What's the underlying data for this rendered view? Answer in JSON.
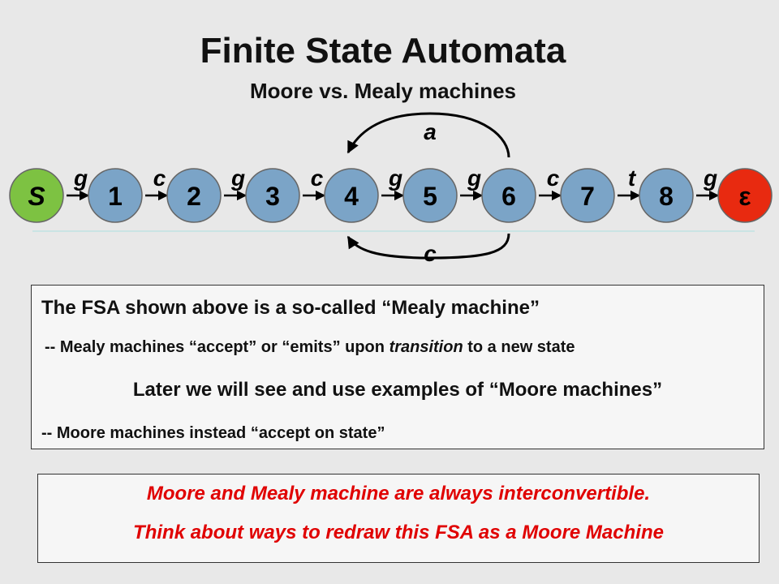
{
  "title": "Finite State Automata",
  "subtitle": "Moore vs. Mealy machines",
  "states": [
    {
      "id": "S",
      "label": "S",
      "kind": "start",
      "fill": "#7dc242"
    },
    {
      "id": "1",
      "label": "1",
      "kind": "normal",
      "fill": "#7ba4c7"
    },
    {
      "id": "2",
      "label": "2",
      "kind": "normal",
      "fill": "#7ba4c7"
    },
    {
      "id": "3",
      "label": "3",
      "kind": "normal",
      "fill": "#7ba4c7"
    },
    {
      "id": "4",
      "label": "4",
      "kind": "normal",
      "fill": "#7ba4c7"
    },
    {
      "id": "5",
      "label": "5",
      "kind": "normal",
      "fill": "#7ba4c7"
    },
    {
      "id": "6",
      "label": "6",
      "kind": "normal",
      "fill": "#7ba4c7"
    },
    {
      "id": "7",
      "label": "7",
      "kind": "normal",
      "fill": "#7ba4c7"
    },
    {
      "id": "8",
      "label": "8",
      "kind": "normal",
      "fill": "#7ba4c7"
    },
    {
      "id": "E",
      "label": "ε",
      "kind": "accept",
      "fill": "#e82a10"
    }
  ],
  "transitions": [
    {
      "from": "S",
      "to": "1",
      "label": "g"
    },
    {
      "from": "1",
      "to": "2",
      "label": "c"
    },
    {
      "from": "2",
      "to": "3",
      "label": "g"
    },
    {
      "from": "3",
      "to": "4",
      "label": "c"
    },
    {
      "from": "4",
      "to": "5",
      "label": "g"
    },
    {
      "from": "5",
      "to": "6",
      "label": "g"
    },
    {
      "from": "6",
      "to": "7",
      "label": "c"
    },
    {
      "from": "7",
      "to": "8",
      "label": "t"
    },
    {
      "from": "8",
      "to": "E",
      "label": "g"
    }
  ],
  "back_transitions": [
    {
      "from": "6",
      "to": "4",
      "label": "a",
      "side": "top"
    },
    {
      "from": "6",
      "to": "4",
      "label": "c",
      "side": "bottom"
    }
  ],
  "info_box": {
    "line1": "The FSA shown above is a so-called “Mealy machine”",
    "line2_prefix": "--  Mealy machines “accept” or “emits” upon ",
    "line2_italic": "transition",
    "line2_suffix": " to a new state",
    "line3": "Later we will see and use examples of “Moore machines”",
    "line4": "-- Moore machines instead “accept on state”"
  },
  "note_box": {
    "line1": "Moore and Mealy machine are always interconvertible.",
    "line2": "Think about ways to redraw this FSA as a Moore Machine"
  },
  "colors": {
    "start_state": "#7dc242",
    "state": "#7ba4c7",
    "accept_state": "#e82a10",
    "note_text": "#e00000",
    "separator": "#bfe3e3"
  }
}
